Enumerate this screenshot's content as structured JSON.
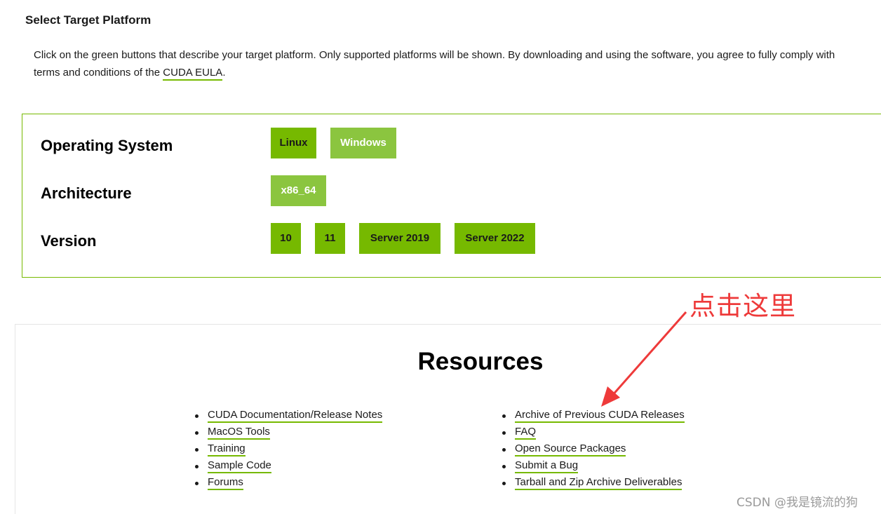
{
  "header": {
    "title": "Select Target Platform",
    "intro_before": "Click on the green buttons that describe your target platform. Only supported platforms will be shown. By downloading and using the software, you agree to fully comply with",
    "intro_line2_before": "terms and conditions of the ",
    "eula_link": "CUDA EULA",
    "intro_after": "."
  },
  "selector": {
    "os": {
      "label": "Operating System",
      "options": [
        "Linux",
        "Windows"
      ],
      "selected": "Windows"
    },
    "arch": {
      "label": "Architecture",
      "options": [
        "x86_64"
      ],
      "selected": "x86_64"
    },
    "version": {
      "label": "Version",
      "options": [
        "10",
        "11",
        "Server 2019",
        "Server 2022"
      ]
    }
  },
  "resources": {
    "title": "Resources",
    "left_links": [
      "CUDA Documentation/Release Notes",
      "MacOS Tools",
      "Training",
      "Sample Code",
      "Forums"
    ],
    "right_links": [
      "Archive of Previous CUDA Releases",
      "FAQ",
      "Open Source Packages",
      "Submit a Bug",
      "Tarball and Zip Archive Deliverables"
    ]
  },
  "annotation": {
    "text": "点击这里",
    "color": "#ee3a3a"
  },
  "watermark": "CSDN @我是镜流的狗",
  "colors": {
    "accent": "#76b900",
    "selected": "#8bc53f"
  }
}
